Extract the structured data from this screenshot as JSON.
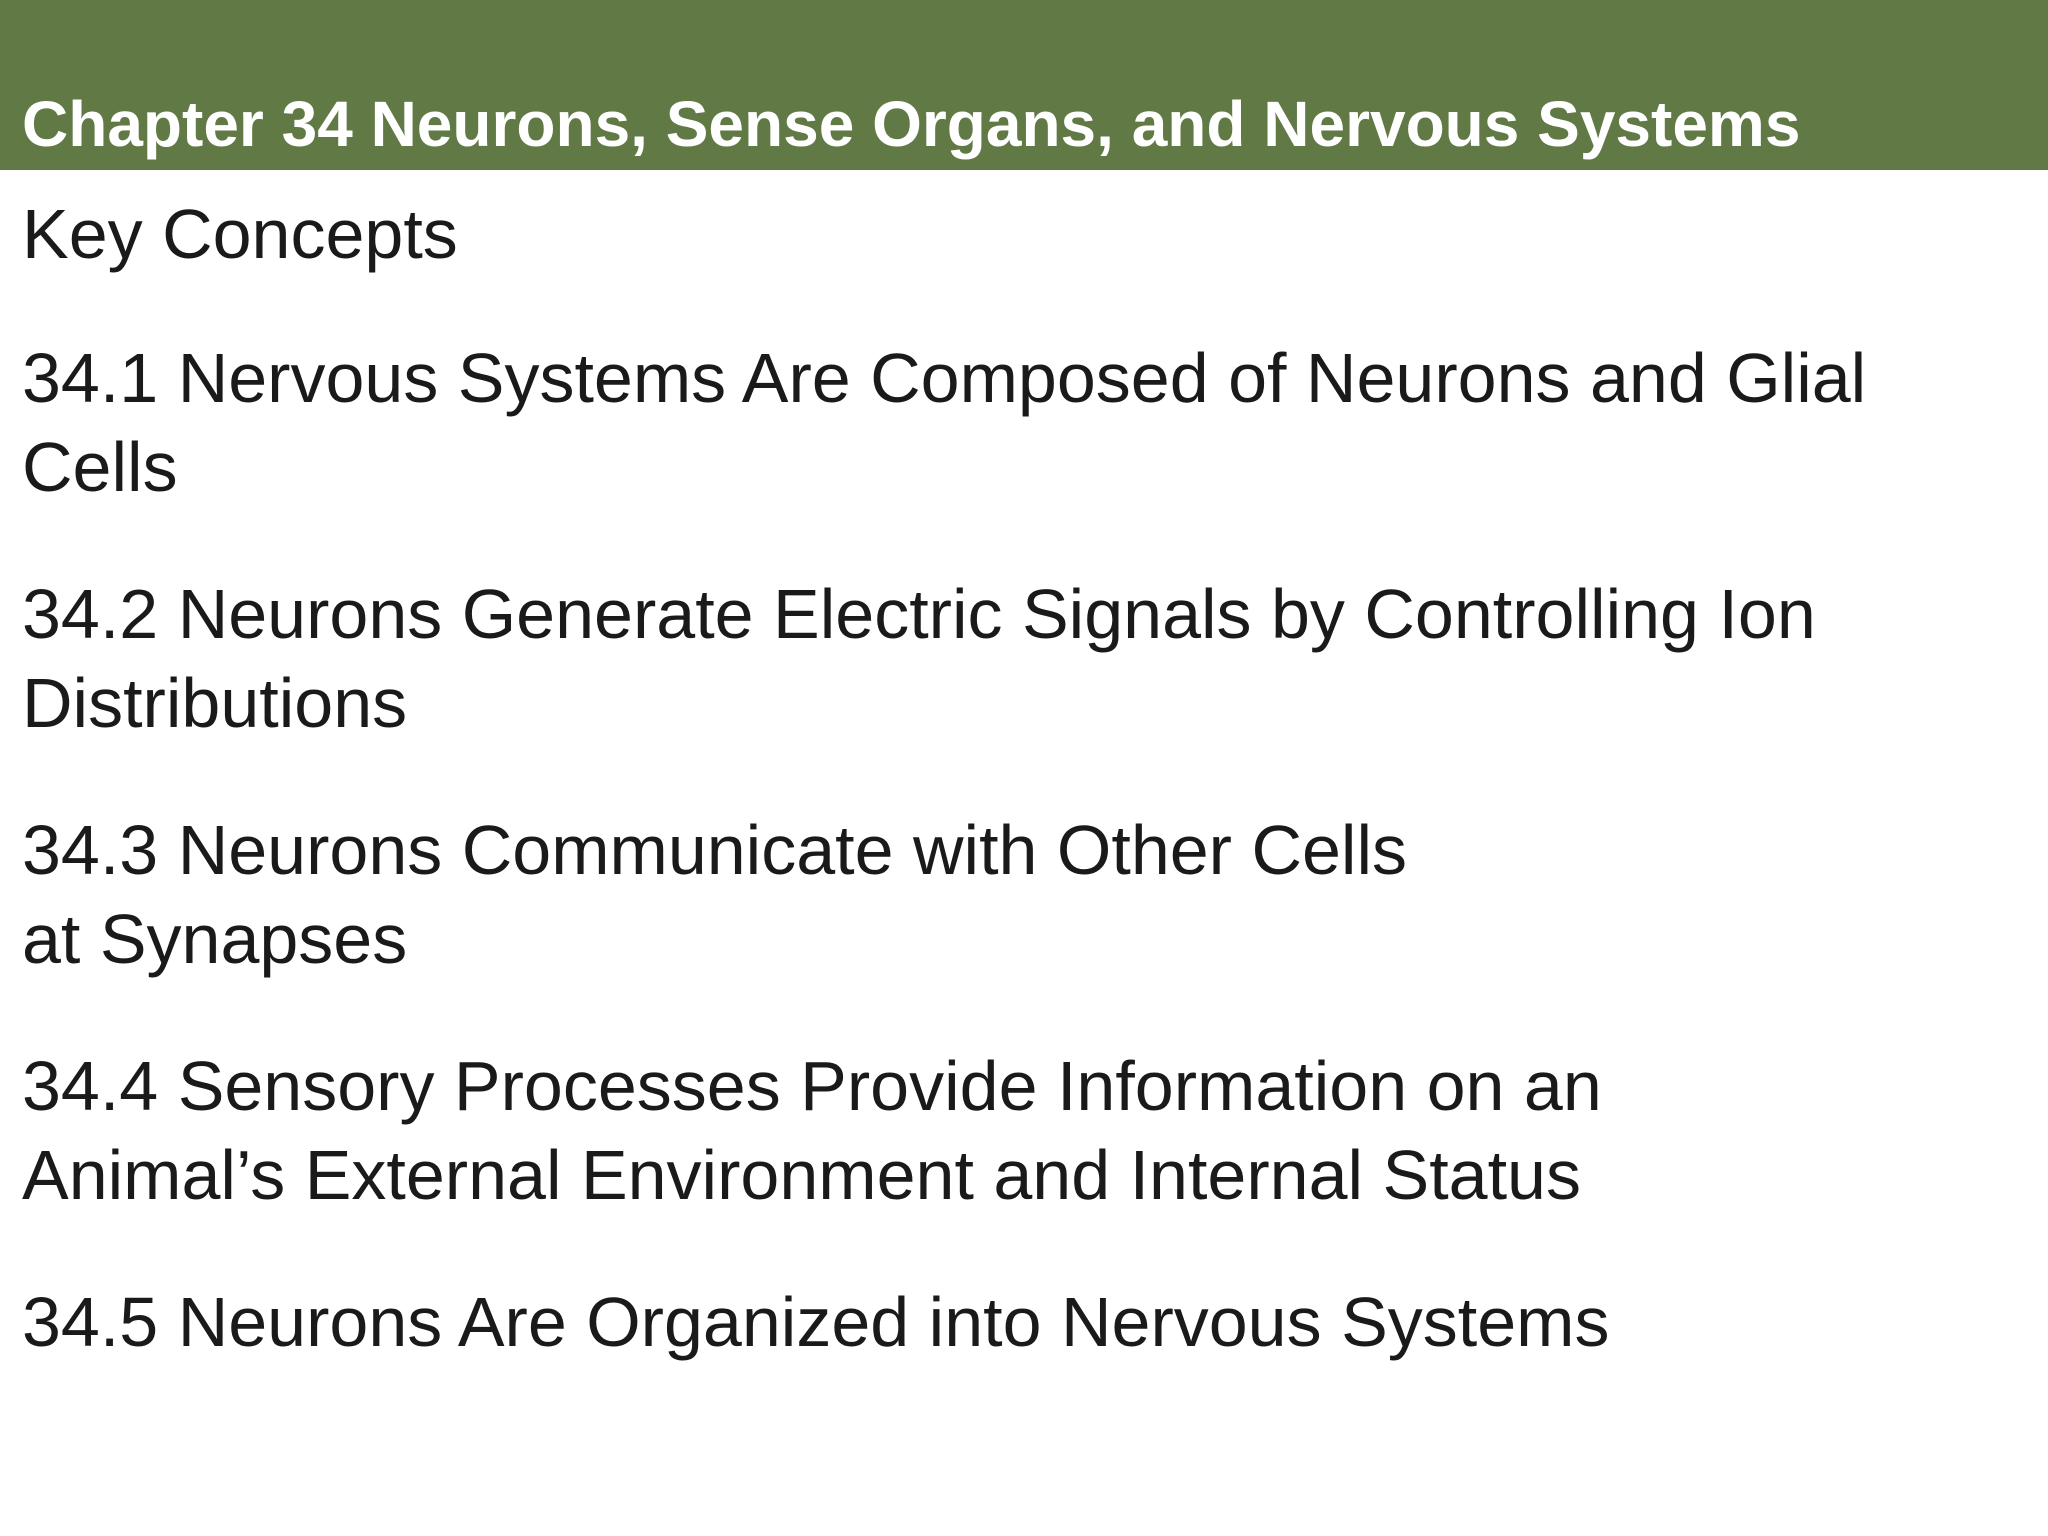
{
  "colors": {
    "title_bar_bg": "#617a45",
    "title_text": "#ffffff",
    "body_text": "#1a1a1a",
    "page_bg": "#ffffff"
  },
  "slide": {
    "title": "Chapter 34 Neurons, Sense Organs, and Nervous Systems",
    "heading": "Key Concepts",
    "concepts": [
      {
        "lines": [
          "34.1 Nervous Systems Are Composed of Neurons and Glial",
          "Cells"
        ]
      },
      {
        "lines": [
          "34.2 Neurons Generate Electric Signals by Controlling Ion",
          "Distributions"
        ]
      },
      {
        "lines": [
          "34.3 Neurons Communicate with Other Cells",
          "at Synapses"
        ]
      },
      {
        "lines": [
          "34.4 Sensory Processes Provide Information on an",
          "Animal’s External Environment and Internal Status"
        ]
      },
      {
        "lines": [
          "34.5 Neurons Are Organized into Nervous Systems"
        ]
      }
    ]
  }
}
